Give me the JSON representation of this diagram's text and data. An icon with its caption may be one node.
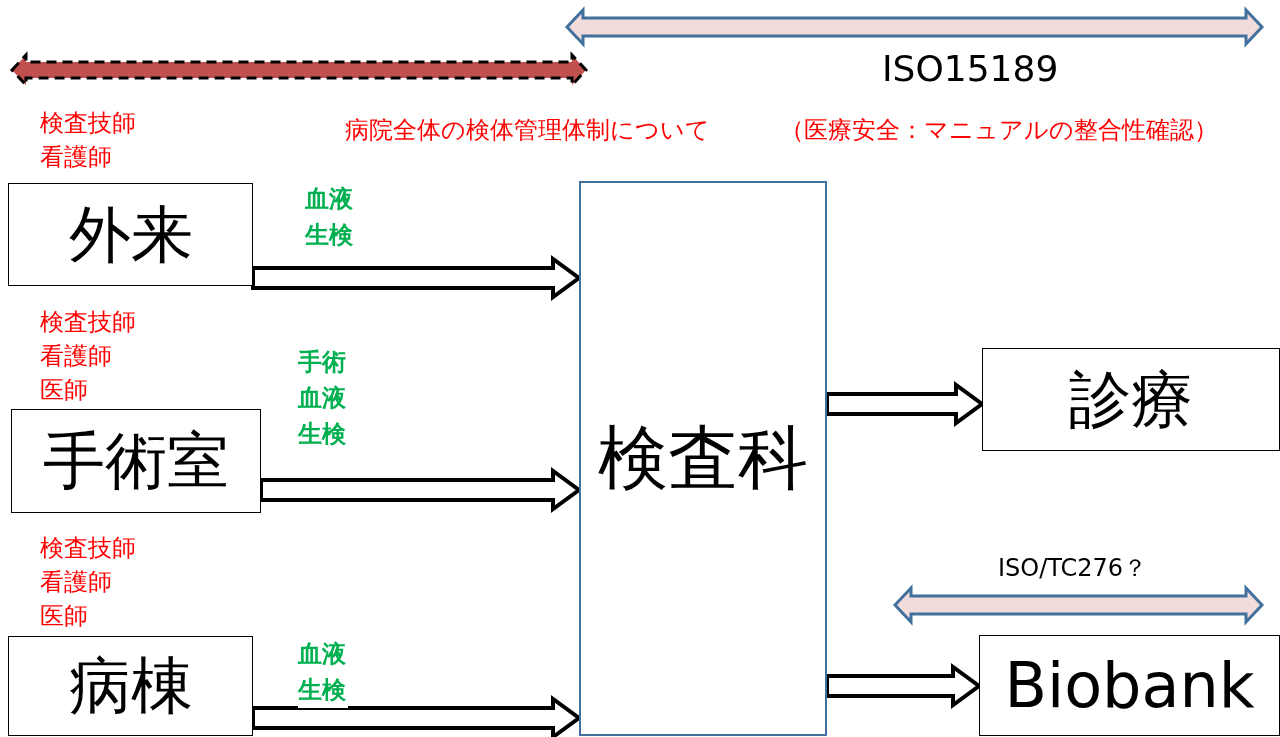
{
  "diagram": {
    "nodes": [
      {
        "text": [
          "外来"
        ],
        "beside": [
          "検査技師",
          "看護師"
        ]
      },
      {
        "text": [
          "手術室"
        ],
        "beside": [
          "検査技師",
          "看護師",
          "医師"
        ]
      },
      {
        "text": [
          "病棟"
        ],
        "beside": [
          "検査技師",
          "看護師",
          "医師"
        ]
      },
      {
        "text": [
          "検査科"
        ]
      },
      {
        "text": [
          "診療"
        ]
      },
      {
        "text": [
          "Biobank"
        ]
      },
      {
        "text": [
          "ISO15189"
        ]
      },
      {
        "text": [],
        "shape": "arrow"
      },
      {
        "text": [
          "ISO/TC276？"
        ]
      }
    ],
    "edges": [
      {
        "from": 0,
        "to": 3,
        "arrow": "to",
        "label": "血液生検"
      },
      {
        "from": 1,
        "to": 3,
        "arrow": "to",
        "label": "手術血液生検"
      },
      {
        "from": 2,
        "to": 3,
        "arrow": "to",
        "label": "血液生検"
      },
      {
        "from": 3,
        "to": 4,
        "arrow": "to"
      },
      {
        "from": 3,
        "to": 5,
        "arrow": "to"
      }
    ],
    "labels": [
      "病院全体の検体管理体制について",
      "（医療安全：マニュアルの整合性確認）"
    ]
  }
}
